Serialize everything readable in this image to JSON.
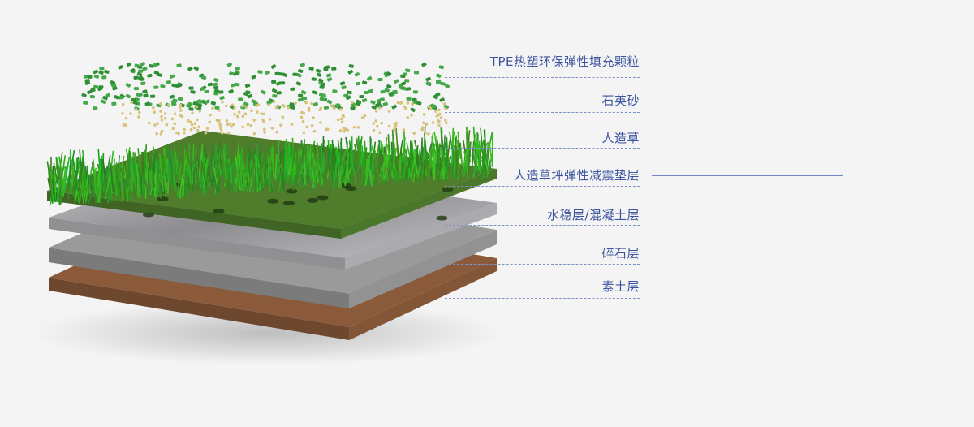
{
  "layers": [
    {
      "label": "TPE热塑环保弹性填充颗粒"
    },
    {
      "label": "石英砂"
    },
    {
      "label": "人造草"
    },
    {
      "label": "人造草坪弹性减震垫层"
    },
    {
      "label": "水稳层/混凝土层"
    },
    {
      "label": "碎石层"
    },
    {
      "label": "素土层"
    }
  ],
  "colors": {
    "label": "#3d55a0",
    "grass": "#3a9a2a",
    "mat": "#4f7d2c",
    "concrete": "#b4b4b8",
    "gravel": "#9a9a9a",
    "soil": "#8a5a3a"
  }
}
